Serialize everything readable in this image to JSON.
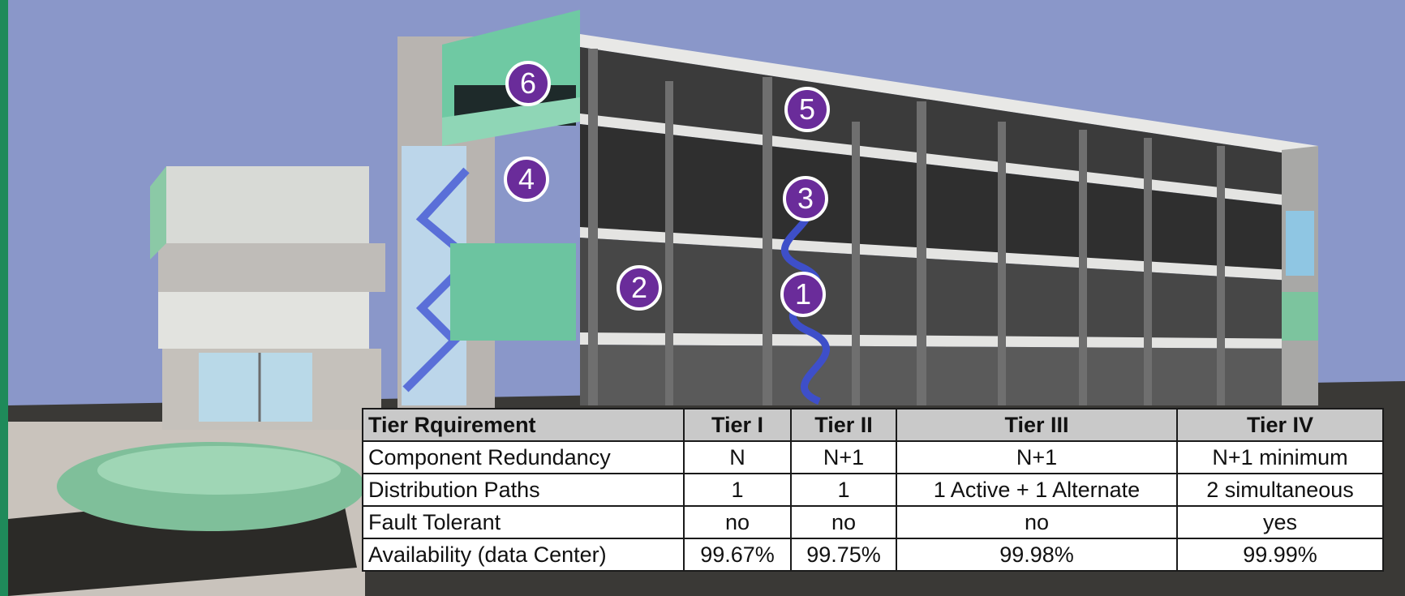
{
  "markers": [
    "1",
    "2",
    "3",
    "4",
    "5",
    "6"
  ],
  "table": {
    "headers": [
      "Tier Rquirement",
      "Tier I",
      "Tier II",
      "Tier III",
      "Tier IV"
    ],
    "rows": [
      [
        "Component Redundancy",
        "N",
        "N+1",
        "N+1",
        "N+1 minimum"
      ],
      [
        "Distribution Paths",
        "1",
        "1",
        "1 Active + 1 Alternate",
        "2 simultaneous"
      ],
      [
        "Fault Tolerant",
        "no",
        "no",
        "no",
        "yes"
      ],
      [
        "Availability (data Center)",
        "99.67%",
        "99.75%",
        "99.98%",
        "99.99%"
      ]
    ]
  },
  "colors": {
    "sky": "#8a97c9",
    "marker": "#6a2c9a",
    "glass_green": "#6fc9a3",
    "header_fill": "#c9c9c9"
  }
}
